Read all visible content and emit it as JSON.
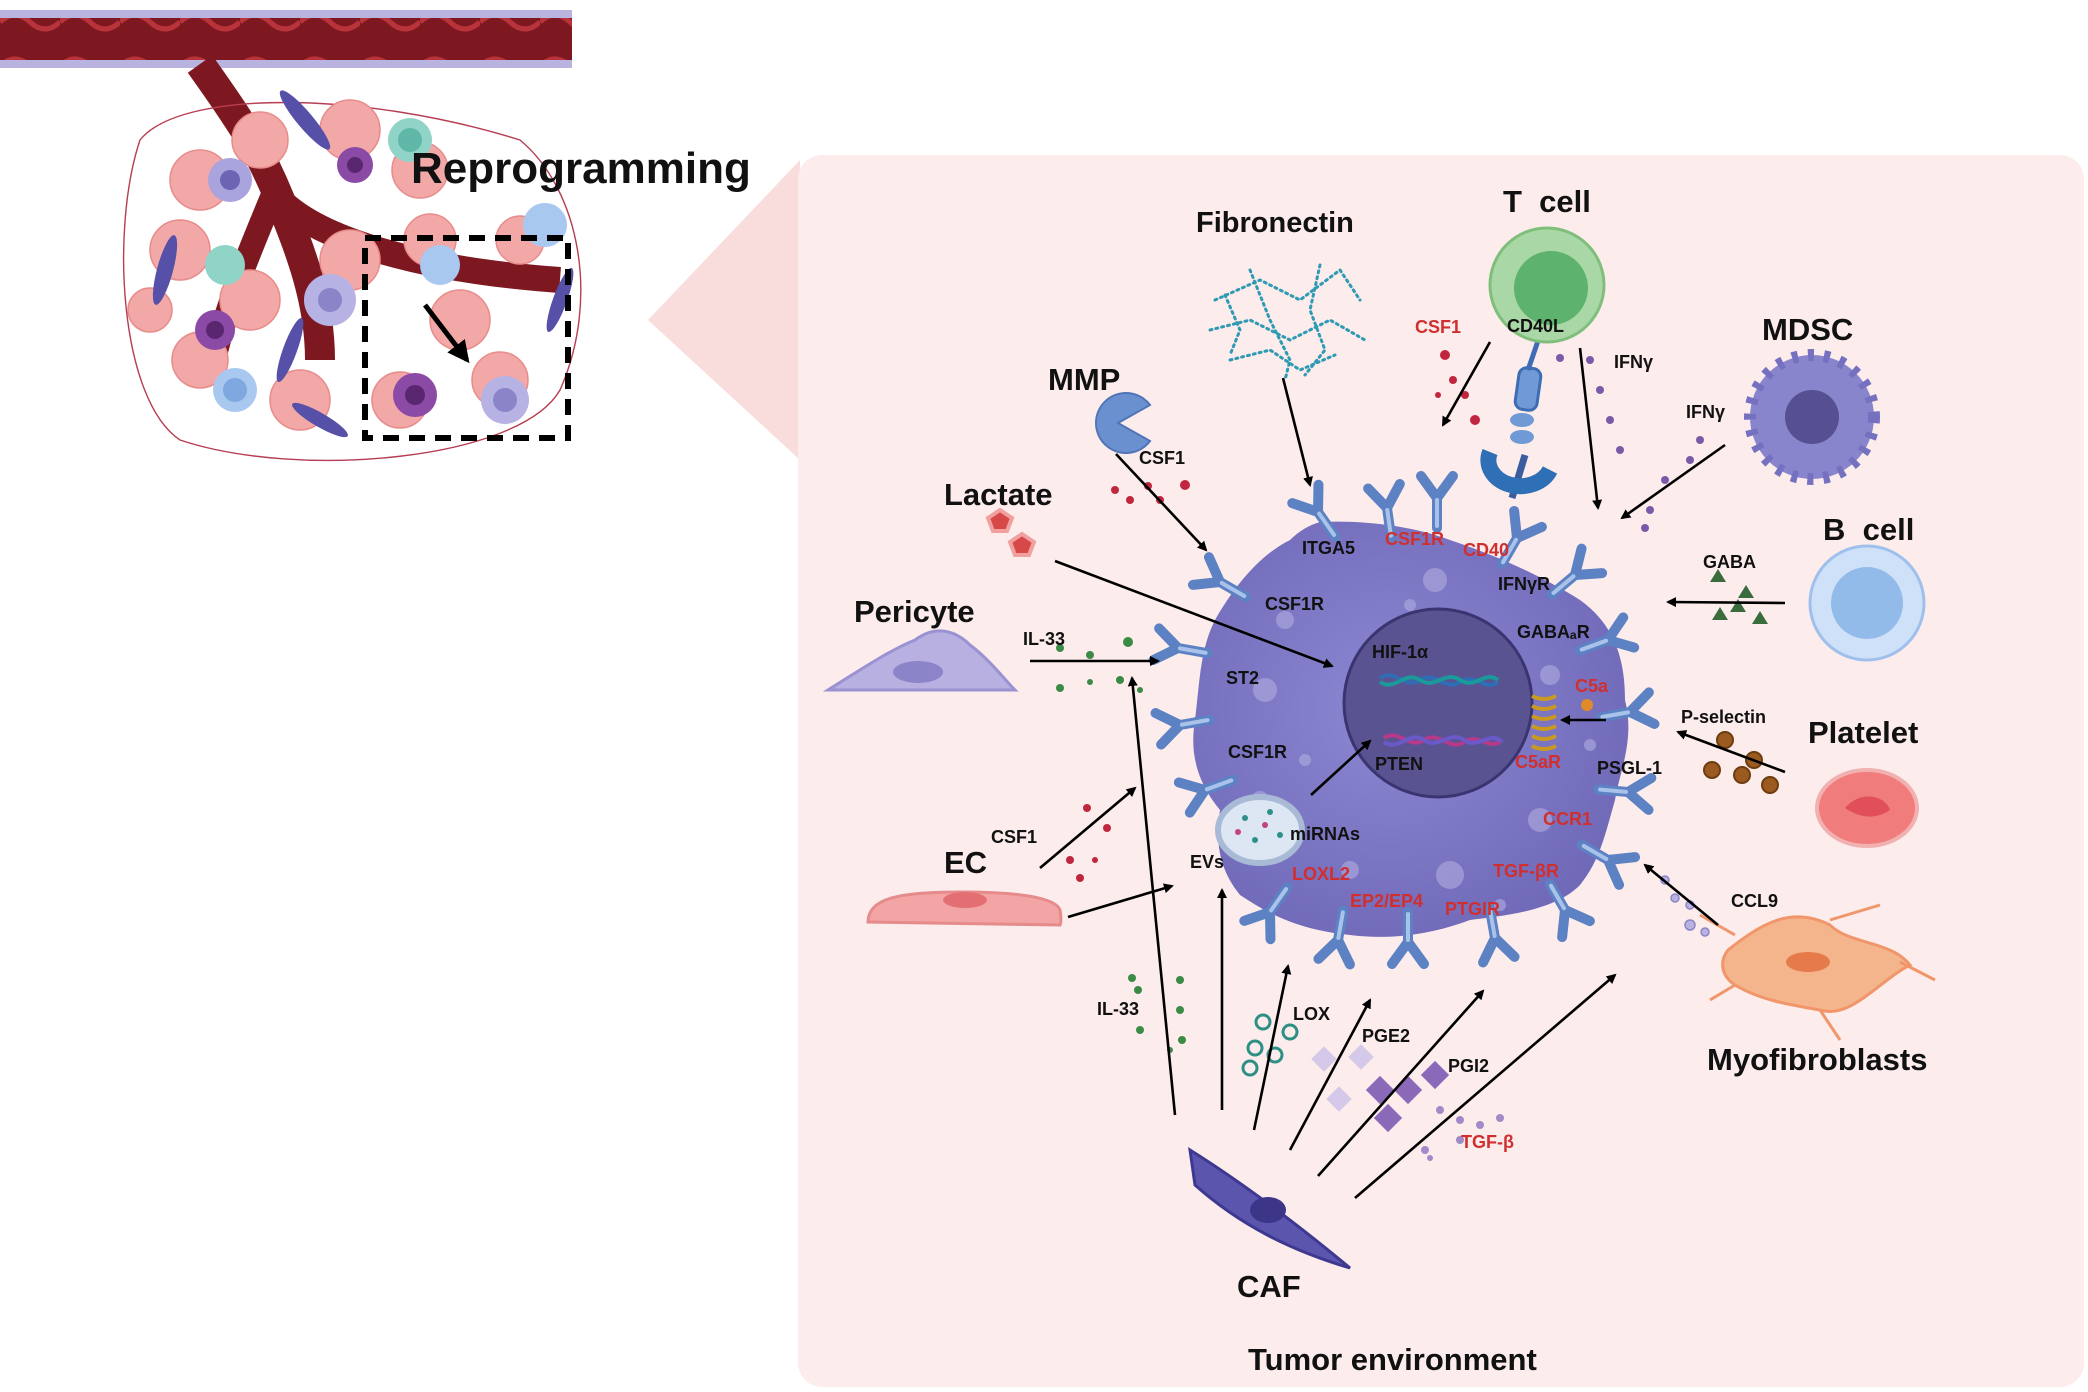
{
  "heading": "Reprogramming",
  "footer": "Tumor environment",
  "center": {
    "nucleus": [
      "HIF-1α",
      "PTEN"
    ],
    "vesicle": [
      "EVs",
      "miRNAs"
    ]
  },
  "sources": {
    "fibronectin": "Fibronectin",
    "t_cell": "T  cell",
    "mdsc": "MDSC",
    "mmp": "MMP",
    "lactate": "Lactate",
    "pericyte": "Pericyte",
    "b_cell": "B  cell",
    "platelet": "Platelet",
    "ec": "EC",
    "myofibroblasts": "Myofibroblasts",
    "caf": "CAF"
  },
  "receptors": {
    "itga5": "ITGA5",
    "csf1r_top": "CSF1R",
    "cd40": "CD40",
    "ifngr": "IFNγR",
    "csf1r_left": "CSF1R",
    "gabaar": "GABAₐR",
    "st2": "ST2",
    "c5a_inner": "C5a",
    "csf1r_low": "CSF1R",
    "c5ar": "C5aR",
    "psgl1": "PSGL-1",
    "ccr1": "CCR1",
    "loxl2": "LOXL2",
    "tgfbr": "TGF-βR",
    "ep2ep4": "EP2/EP4",
    "ptgir": "PTGIR"
  },
  "signals": {
    "csf1_t": "CSF1",
    "cd40l": "CD40L",
    "ifng_t": "IFNγ",
    "ifng_mdsc": "IFNγ",
    "csf1_mmp": "CSF1",
    "gaba": "GABA",
    "il33_peri": "IL-33",
    "p_selectin": "P-selectin",
    "csf1_ec": "CSF1",
    "ccl9": "CCL9",
    "il33_caf": "IL-33",
    "lox": "LOX",
    "pge2": "PGE2",
    "pgi2": "PGI2",
    "tgfb": "TGF-β"
  },
  "colors": {
    "panel": "#fcecec",
    "macrophage": "#7b76c4",
    "nucleus": "#5a5391",
    "receptor": "#5d82c4",
    "vessel": "#8b1a22",
    "red_label": "#d12f2f"
  }
}
